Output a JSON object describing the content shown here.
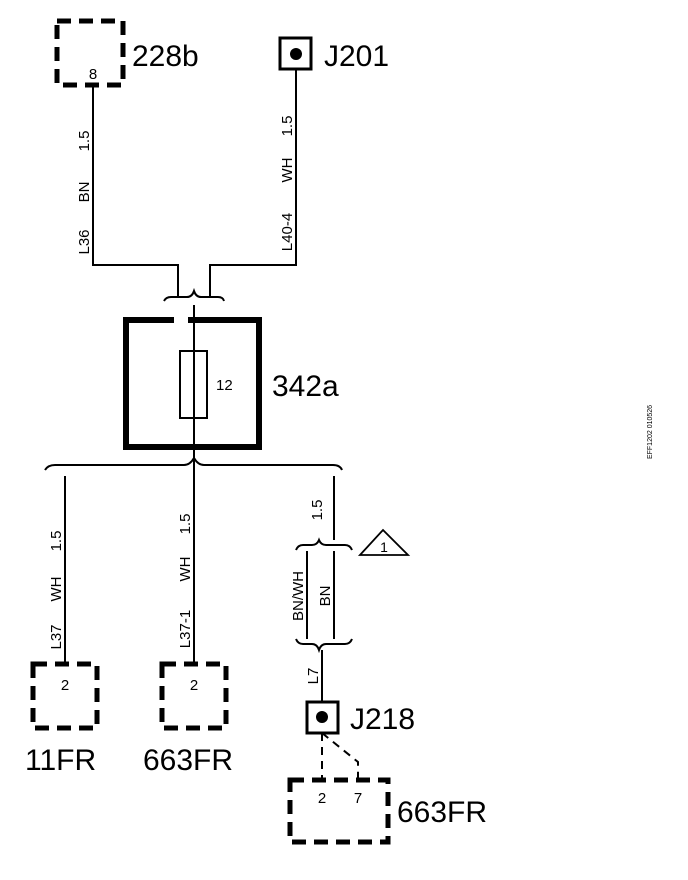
{
  "components": {
    "c228b": {
      "label": "228b",
      "pin": "8"
    },
    "j201": {
      "label": "J201"
    },
    "fuse_box": {
      "label": "342a",
      "fuse": "12"
    },
    "c11fr": {
      "label": "11FR",
      "pin": "2"
    },
    "c663fr_left": {
      "label": "663FR",
      "pin": "2"
    },
    "j218": {
      "label": "J218"
    },
    "c663fr_bottom": {
      "label": "663FR",
      "pin_a": "2",
      "pin_b": "7"
    }
  },
  "wires": {
    "l36": {
      "id": "L36",
      "color": "BN",
      "size": "1.5"
    },
    "l40_4": {
      "id": "L40-4",
      "color": "WH",
      "size": "1.5"
    },
    "l37": {
      "id": "L37",
      "color": "WH",
      "size": "1.5"
    },
    "l37_1": {
      "id": "L37-1",
      "color": "WH",
      "size": "1.5"
    },
    "l7": {
      "id": "L7",
      "color_a": "BN/WH",
      "color_b": "BN",
      "size": "1.5"
    }
  },
  "note": {
    "number": "1"
  },
  "drawing_ref": "EFF1202 010526"
}
